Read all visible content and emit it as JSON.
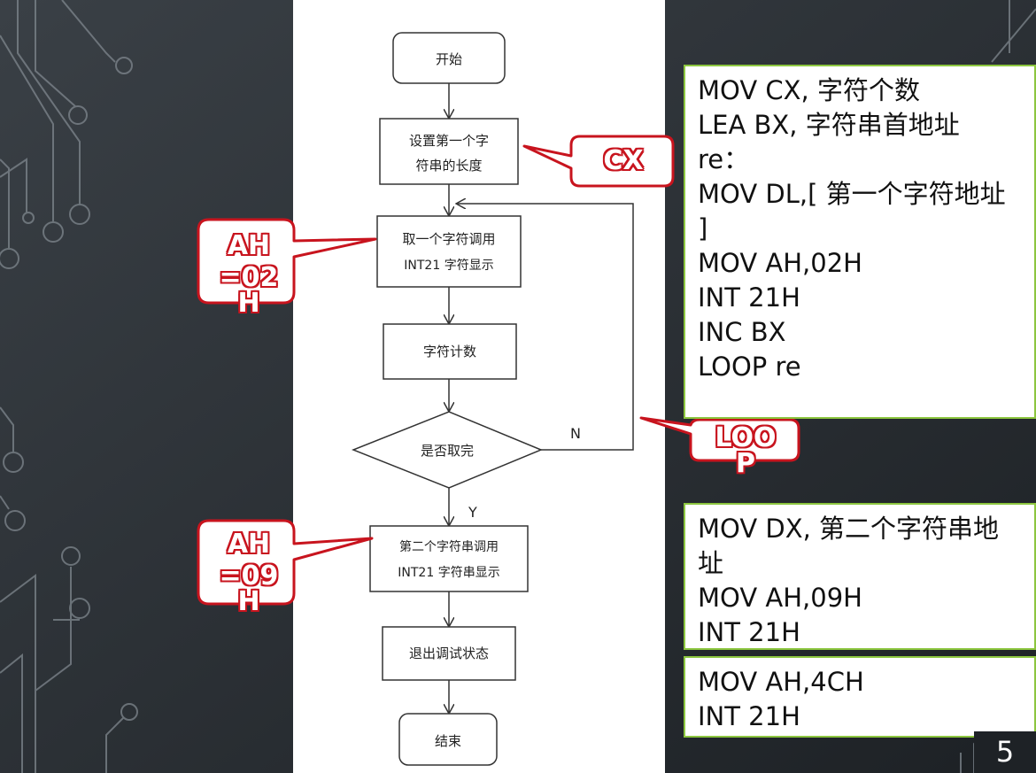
{
  "flowchart": {
    "start": "开始",
    "step1_line1": "设置第一个字",
    "step1_line2": "符串的长度",
    "step2_line1": "取一个字符调用",
    "step2_line2": "INT21 字符显示",
    "step3": "字符计数",
    "decision": "是否取完",
    "label_no": "N",
    "label_yes": "Y",
    "step4_line1": "第二个字符串调用",
    "step4_line2": "INT21 字符串显示",
    "step5": "退出调试状态",
    "end": "结束"
  },
  "callouts": {
    "cx": "CX",
    "ah02": [
      "AH",
      "=02",
      "H"
    ],
    "ah09": [
      "AH",
      "=09",
      "H"
    ],
    "loop": [
      "LOO",
      "P"
    ]
  },
  "code_blocks": {
    "block1": [
      "MOV CX, 字符个数",
      "LEA BX, 字符串首地址",
      "re：",
      "MOV DL,[ 第一个字符地址 ]",
      "MOV AH,02H",
      "INT 21H",
      "INC BX",
      "LOOP re"
    ],
    "block2": [
      "MOV DX, 第二个字符串地址",
      "MOV AH,09H",
      "INT 21H"
    ],
    "block3": [
      "MOV AH,4CH",
      "INT 21H"
    ]
  },
  "page_number": "5",
  "colors": {
    "callout_border": "#c8141e",
    "code_border": "#8cc63f",
    "background": "#24292e"
  }
}
